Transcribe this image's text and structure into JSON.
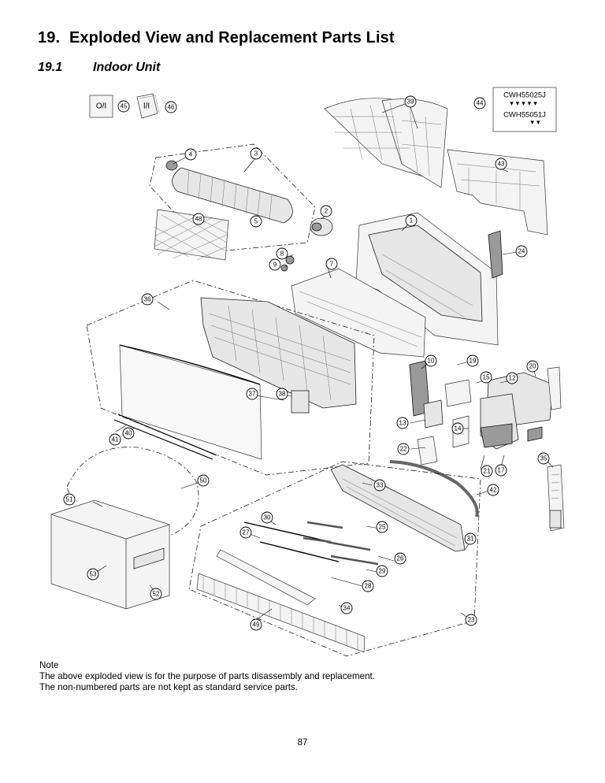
{
  "header": {
    "section_number": "19.",
    "section_title": "Exploded View and Replacement Parts List",
    "subsection_number": "19.1",
    "subsection_title": "Indoor Unit"
  },
  "diagram": {
    "kit_box": {
      "model_a": "CWH55025J",
      "model_b": "CWH55051J"
    },
    "manual_labels": {
      "oi": "O/I",
      "ii": "I/I"
    },
    "callouts": [
      "1",
      "2",
      "3",
      "4",
      "5",
      "7",
      "8",
      "9",
      "10",
      "12",
      "13",
      "14",
      "15",
      "17",
      "19",
      "20",
      "21",
      "22",
      "23",
      "24",
      "25",
      "26",
      "27",
      "28",
      "29",
      "30",
      "31",
      "33",
      "34",
      "35",
      "36",
      "37",
      "38",
      "39",
      "40",
      "41",
      "42",
      "43",
      "44",
      "45",
      "46",
      "48",
      "49",
      "50",
      "51",
      "52",
      "53"
    ]
  },
  "note": {
    "heading": "Note",
    "line1": "The above exploded view is for the purpose of parts disassembly and replacement.",
    "line2": "The non-numbered parts are not kept as standard service parts."
  },
  "footer": {
    "page_number": "87"
  }
}
